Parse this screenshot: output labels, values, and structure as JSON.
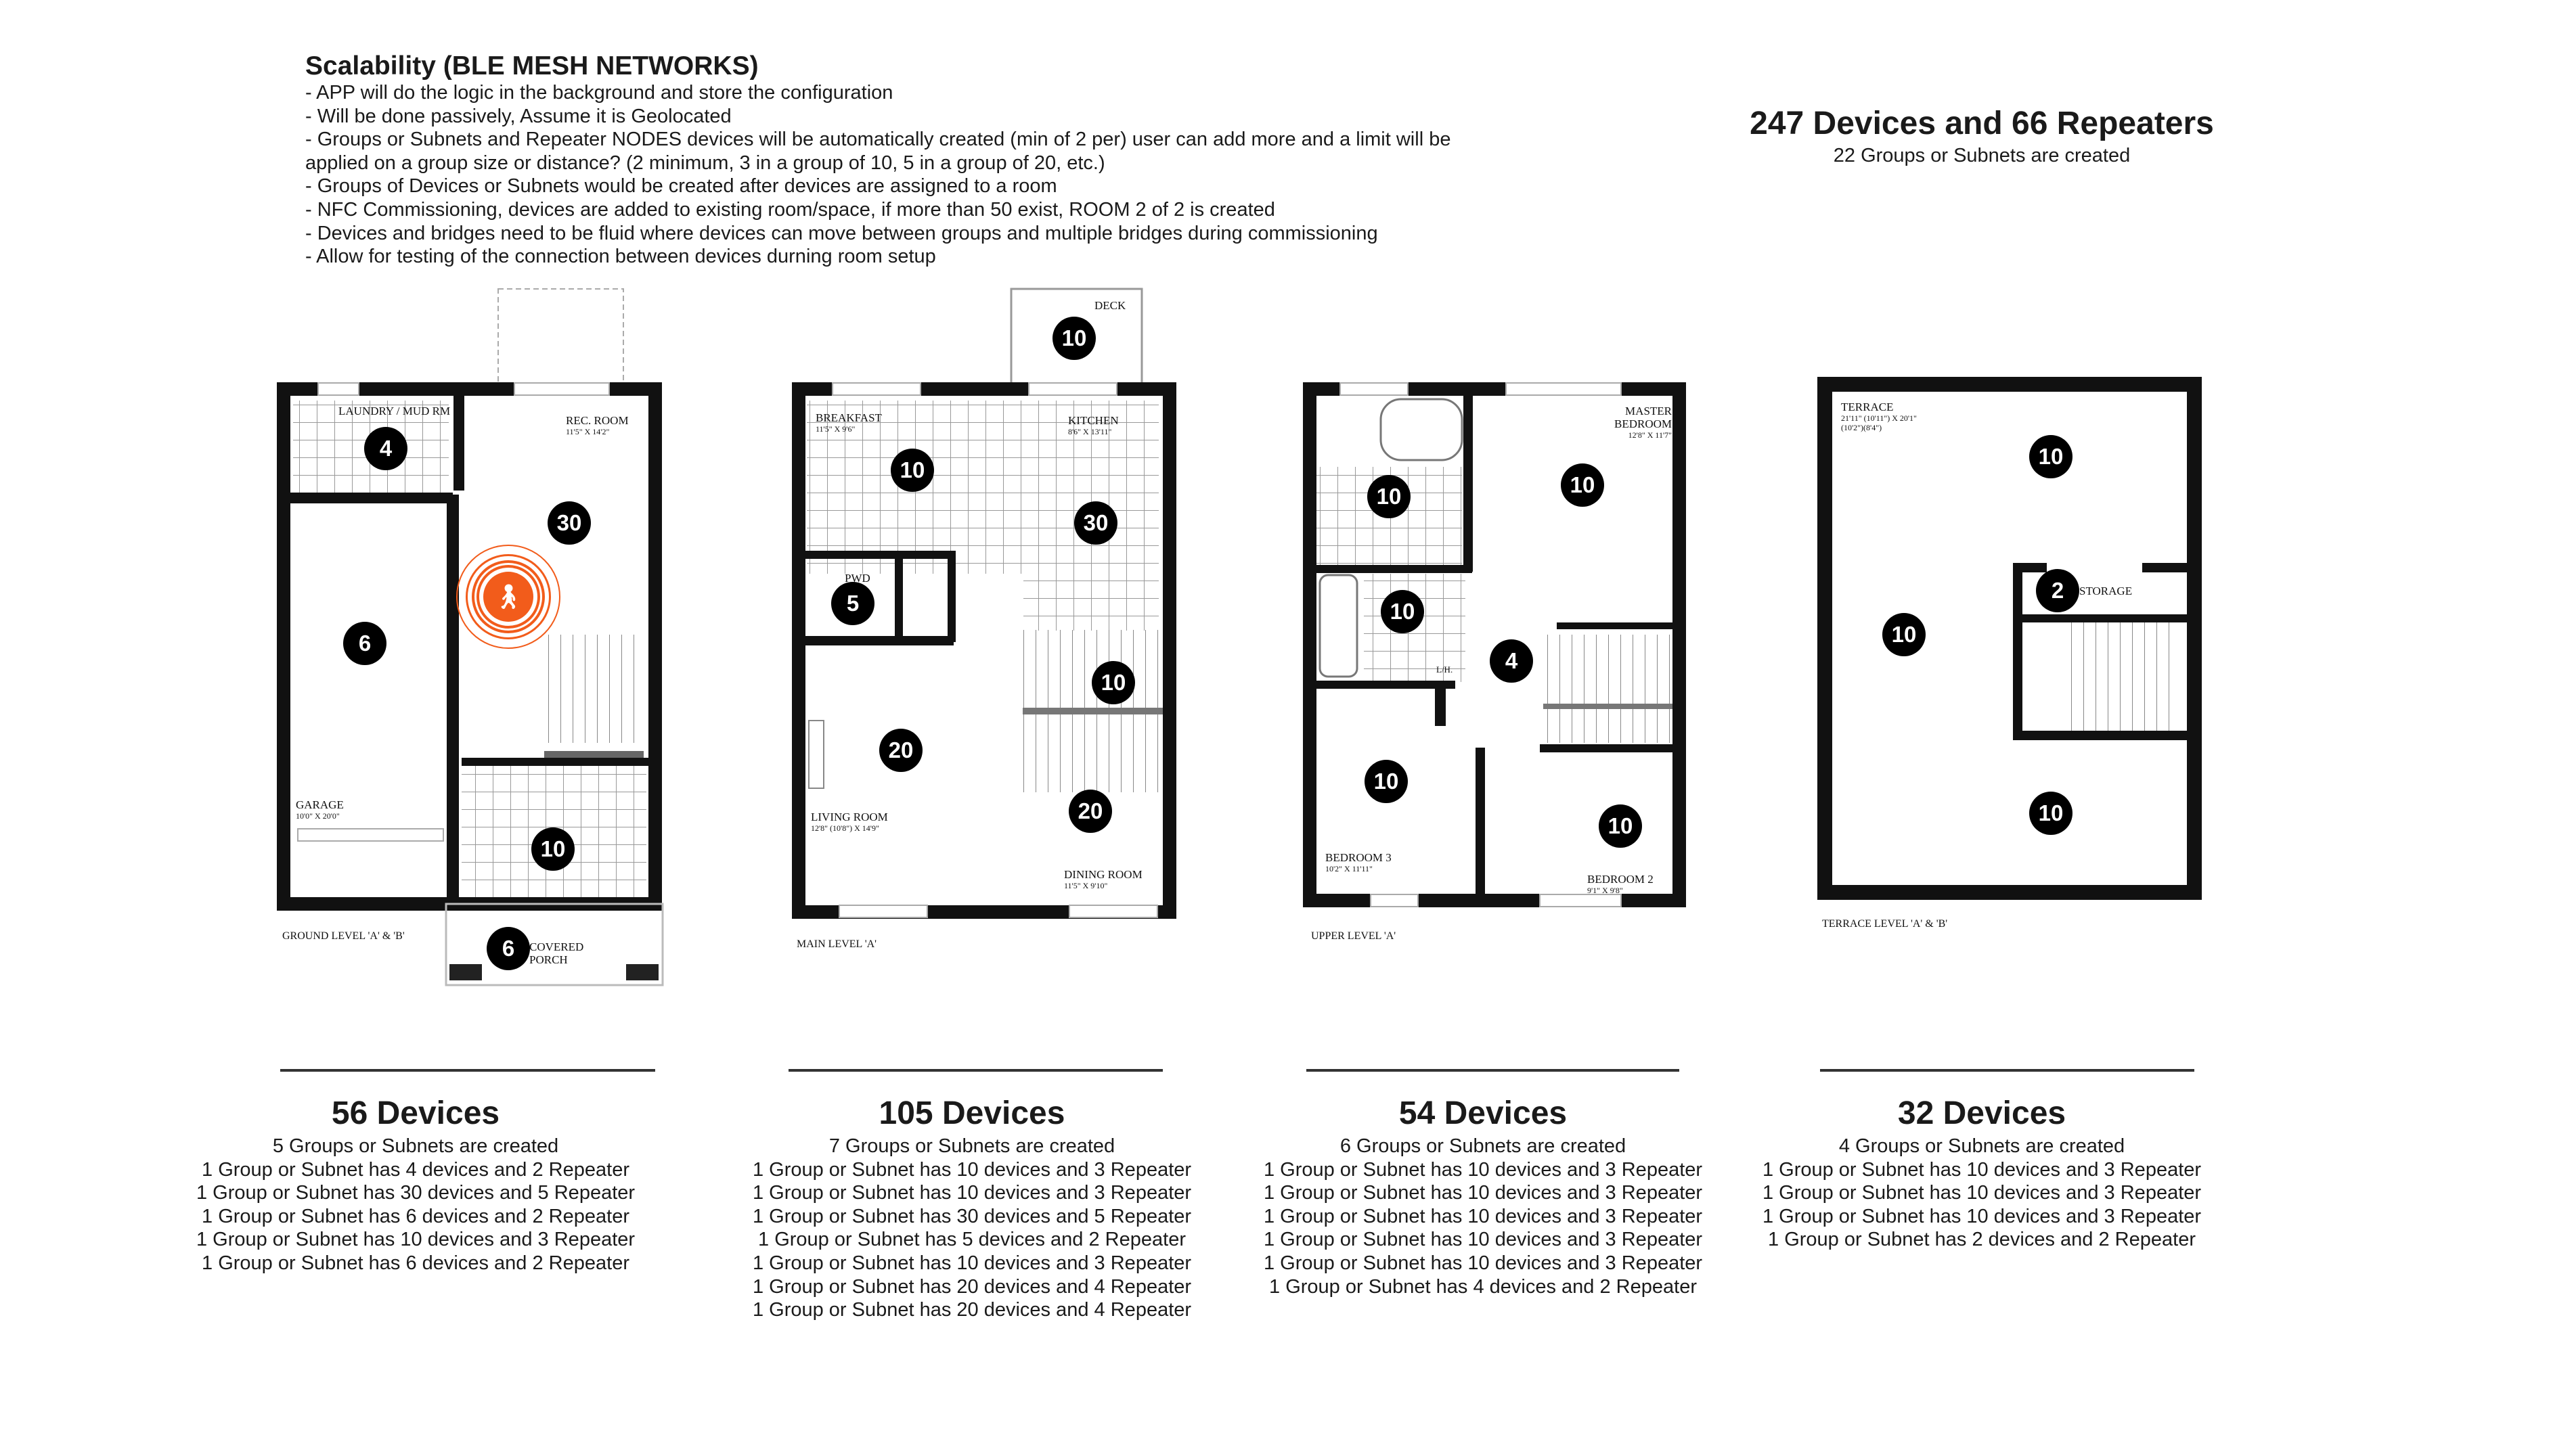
{
  "header": {
    "title": "Scalability (BLE MESH NETWORKS)",
    "bullets": [
      "- APP will do the logic in the background and store the configuration",
      "- Will be done passively, Assume it is Geolocated",
      "- Groups or Subnets and Repeater NODES devices will be automatically created (min of 2 per) user can add more and a limit will be",
      "applied on a group size or distance? (2 minimum, 3 in a group of 10, 5 in a group of 20, etc.)",
      "- Groups of Devices or Subnets would be created after devices are assigned to a room",
      "- NFC Commissioning, devices are added to existing room/space, if more than 50 exist, ROOM 2 of 2 is created",
      "- Devices and bridges need to be fluid where devices can move between groups and multiple bridges during commissioning",
      "- Allow for testing of the connection between devices durning room setup"
    ]
  },
  "summary": {
    "title": "247 Devices and 66 Repeaters",
    "subtitle": "22 Groups or Subnets are created"
  },
  "colors": {
    "accent": "#f25c1b",
    "badge": "#000000",
    "wall": "#111111"
  },
  "icons": {
    "person": "person-walking-icon"
  },
  "plans": [
    {
      "level": "GROUND LEVEL 'A' & 'B'",
      "rooms": [
        "LAUNDRY / MUD RM",
        "REC. ROOM",
        "11'5\" X 14'2\"",
        "GARAGE",
        "10'0\" X 20'0\"",
        "COVERED PORCH"
      ],
      "badges": [
        "4",
        "30",
        "6",
        "10",
        "6"
      ],
      "total": "56 Devices",
      "groups": "5 Groups or Subnets are created",
      "lines": [
        "1 Group or Subnet has 4 devices and 2 Repeater",
        "1 Group or Subnet has 30 devices and 5 Repeater",
        "1 Group or Subnet has 6 devices and 2 Repeater",
        "1 Group or Subnet has 10 devices and 3 Repeater",
        "1 Group or Subnet has 6 devices and 2 Repeater"
      ]
    },
    {
      "level": "MAIN LEVEL 'A'",
      "rooms": [
        "DECK",
        "BREAKFAST",
        "11'5\" X 9'6\"",
        "KITCHEN",
        "8'6\" X 13'11\"",
        "PWD",
        "LIVING ROOM",
        "12'8\" (10'8\") X 14'9\"",
        "DINING ROOM",
        "11'5\" X 9'10\""
      ],
      "badges": [
        "10",
        "10",
        "30",
        "5",
        "10",
        "20",
        "20"
      ],
      "total": "105 Devices",
      "groups": "7 Groups or Subnets are created",
      "lines": [
        "1 Group or Subnet has 10 devices and 3 Repeater",
        "1 Group or Subnet has 10 devices and 3 Repeater",
        "1 Group or Subnet has 30 devices and 5 Repeater",
        "1 Group or Subnet has 5 devices and 2 Repeater",
        "1 Group or Subnet has 10 devices and 3 Repeater",
        "1 Group or Subnet has 20 devices and 4 Repeater",
        "1 Group or Subnet has 20 devices and 4 Repeater"
      ]
    },
    {
      "level": "UPPER LEVEL 'A'",
      "rooms": [
        "MASTER",
        "BEDROOM",
        "12'8\" X 11'7\"",
        "BEDROOM 3",
        "10'2\" X 11'11\"",
        "BEDROOM 2",
        "9'1\" X 9'8\"",
        "L/H."
      ],
      "badges": [
        "10",
        "10",
        "10",
        "4",
        "10",
        "10"
      ],
      "total": "54 Devices",
      "groups": "6 Groups or Subnets are created",
      "lines": [
        "1 Group or Subnet has 10 devices and 3 Repeater",
        "1 Group or Subnet has 10 devices and 3 Repeater",
        "1 Group or Subnet has 10 devices and 3 Repeater",
        "1 Group or Subnet has 10 devices and 3 Repeater",
        "1 Group or Subnet has 10 devices and 3 Repeater",
        "1 Group or Subnet has 4 devices and 2 Repeater"
      ]
    },
    {
      "level": "TERRACE LEVEL 'A' & 'B'",
      "rooms": [
        "TERRACE",
        "21'11\" (10'11\") X 20'1\"",
        "(10'2\")(8'4\")",
        "STORAGE"
      ],
      "badges": [
        "10",
        "2",
        "10",
        "10"
      ],
      "total": "32 Devices",
      "groups": "4 Groups or Subnets are created",
      "lines": [
        "1 Group or Subnet has 10 devices and 3 Repeater",
        "1 Group or Subnet has 10 devices and 3 Repeater",
        "1 Group or Subnet has 10 devices and 3 Repeater",
        "1 Group or Subnet has 2 devices and 2 Repeater"
      ]
    }
  ]
}
